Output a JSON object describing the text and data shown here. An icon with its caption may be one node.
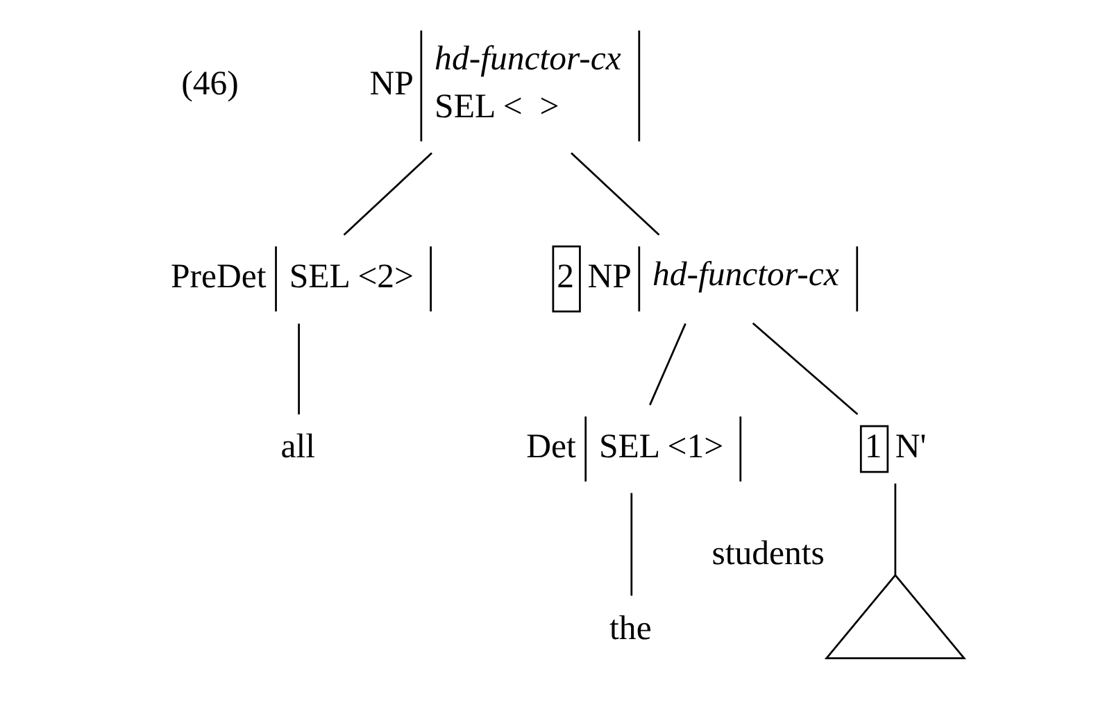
{
  "diagram": {
    "nodes": [
      {
        "text": [
          "NP",
          "hd-functor-cx",
          "SEL <  >"
        ]
      },
      {
        "text": [
          "PreDet",
          "SEL <2>"
        ]
      },
      {
        "text": [
          "2",
          "NP",
          "hd-functor-cx"
        ]
      },
      {
        "text": [
          "all"
        ]
      },
      {
        "text": [
          "Det",
          "SEL <1>"
        ]
      },
      {
        "text": [
          "1",
          "N'"
        ]
      },
      {
        "text": [
          "the"
        ]
      },
      {
        "text": [],
        "shape": "triangle",
        "beside": [
          "students"
        ]
      }
    ],
    "edges": [
      {
        "from": 0,
        "to": 1,
        "arrow": "none"
      },
      {
        "from": 0,
        "to": 2,
        "arrow": "none"
      },
      {
        "from": 1,
        "to": 3,
        "arrow": "none"
      },
      {
        "from": 2,
        "to": 4,
        "arrow": "none"
      },
      {
        "from": 2,
        "to": 5,
        "arrow": "none"
      },
      {
        "from": 4,
        "to": 6,
        "arrow": "none"
      },
      {
        "from": 5,
        "to": 7,
        "arrow": "none"
      }
    ],
    "labels": [
      "(46)"
    ]
  }
}
